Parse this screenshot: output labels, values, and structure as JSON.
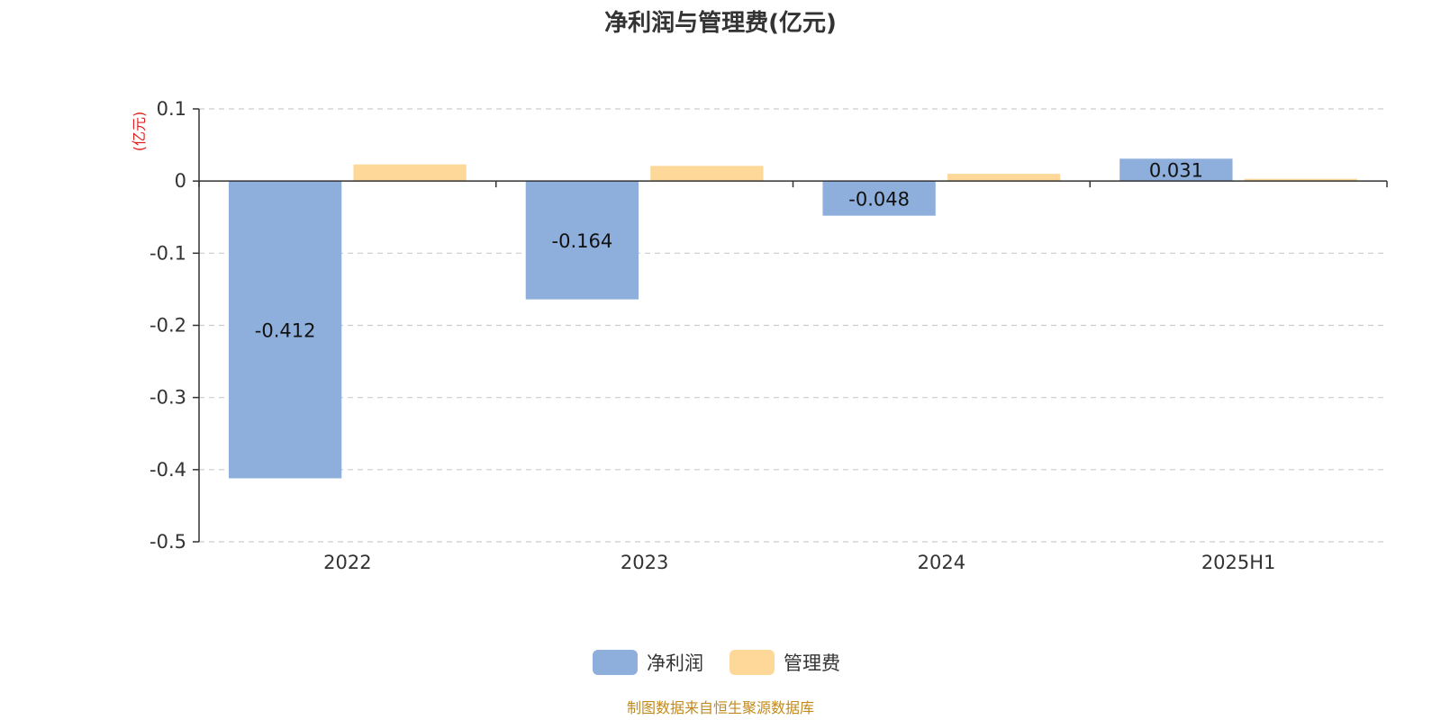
{
  "colors": {
    "net_profit": "#8eaedb",
    "admin_expense": "#fdd898",
    "unit": "#e02020",
    "source": "#c08a1e",
    "grid": "#cccccc",
    "axis": "#333333"
  },
  "chart_data": {
    "type": "bar",
    "title": "净利润与管理费(亿元)",
    "ylabel": "(亿元)",
    "xlabel": "",
    "categories": [
      "2022",
      "2023",
      "2024",
      "2025H1"
    ],
    "series": [
      {
        "name": "净利润",
        "values": [
          -0.412,
          -0.164,
          -0.048,
          0.031
        ],
        "labels": [
          "-0.412",
          "-0.164",
          "-0.048",
          "0.031"
        ]
      },
      {
        "name": "管理费",
        "values": [
          0.023,
          0.021,
          0.01,
          0.003
        ]
      }
    ],
    "ylim": [
      -0.5,
      0.1
    ],
    "yticks": [
      0.1,
      0,
      -0.1,
      -0.2,
      -0.3,
      -0.4,
      -0.5
    ],
    "ytick_labels": [
      "0.1",
      "0",
      "-0.1",
      "-0.2",
      "-0.3",
      "-0.4",
      "-0.5"
    ],
    "grid": true,
    "legend_position": "bottom-center"
  },
  "footer": {
    "source": "制图数据来自恒生聚源数据库"
  }
}
